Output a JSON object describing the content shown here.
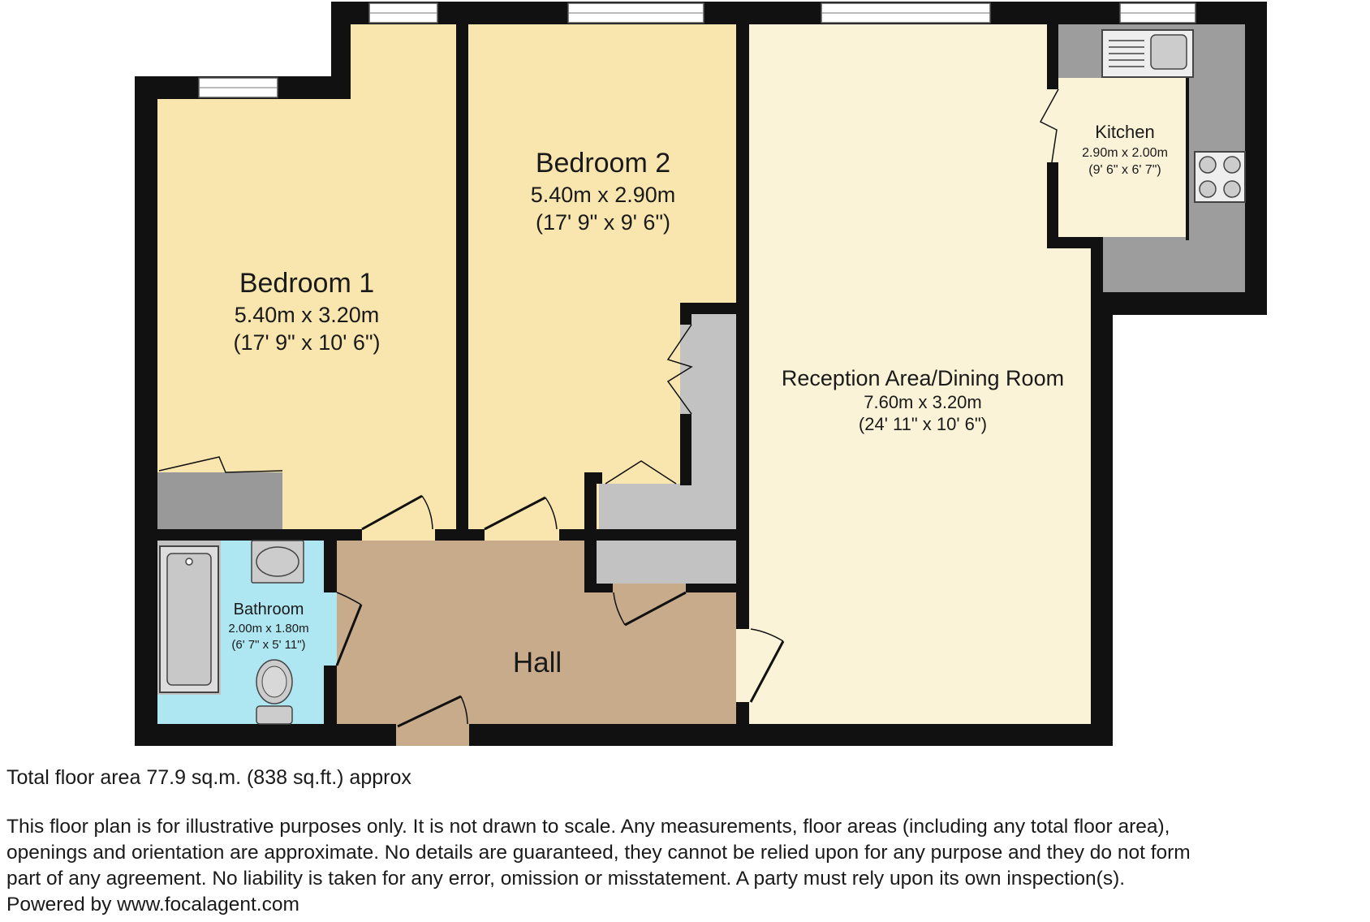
{
  "rooms": {
    "bedroom1": {
      "name": "Bedroom 1",
      "metric": "5.40m x 3.20m",
      "imperial": "(17' 9\" x 10' 6\")"
    },
    "bedroom2": {
      "name": "Bedroom 2",
      "metric": "5.40m x 2.90m",
      "imperial": "(17' 9\" x 9' 6\")"
    },
    "reception": {
      "name": "Reception Area/Dining Room",
      "metric": "7.60m x 3.20m",
      "imperial": "(24' 11\" x 10' 6\")"
    },
    "kitchen": {
      "name": "Kitchen",
      "metric": "2.90m x 2.00m",
      "imperial": "(9' 6\" x 6' 7\")"
    },
    "bathroom": {
      "name": "Bathroom",
      "metric": "2.00m x 1.80m",
      "imperial": "(6' 7\" x 5' 11\")"
    },
    "hall": {
      "name": "Hall"
    }
  },
  "colors": {
    "wall": "#111111",
    "bedroom": "#f8e6ae",
    "reception": "#fbf3d8",
    "kitchen": "#fbf3d8",
    "bathroom": "#aee7f2",
    "hall": "#c8ab8b",
    "cupboard": "#c2c2c2",
    "fitted_unit": "#999999",
    "kitchen_worktop": "#9d9d9d"
  },
  "footer": {
    "total_area": "Total floor area 77.9 sq.m. (838 sq.ft.) approx",
    "disclaimer_lines": [
      "This floor plan is for illustrative purposes only. It is not drawn to scale. Any measurements, floor areas (including any total floor area),",
      "openings and orientation are approximate. No details are guaranteed, they cannot be relied upon for any purpose and they do not form",
      "part of any agreement. No liability is taken for any error, omission or misstatement. A party must rely upon its own inspection(s).",
      "Powered by www.focalagent.com"
    ]
  }
}
